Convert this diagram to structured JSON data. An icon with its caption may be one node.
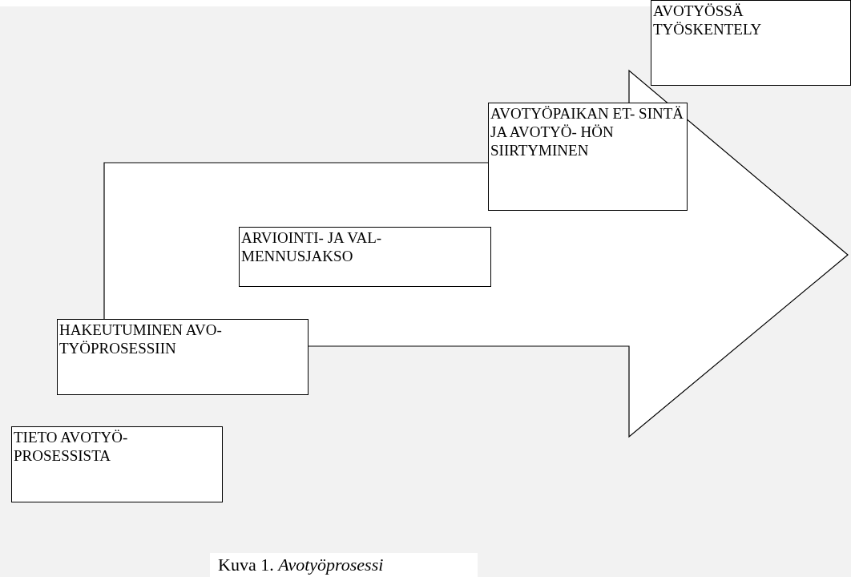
{
  "diagram": {
    "caption": "Kuva 1. *Avotyöprosessi*",
    "nodes": [
      {
        "text": [
          "TIETO AVOTYÖ- PROSESSISTA"
        ]
      },
      {
        "text": [
          "HAKEUTUMINEN AVO- TYÖPROSESSIIN"
        ]
      },
      {
        "text": [
          "ARVIOINTI- JA VAL- MENNUSJAKSO"
        ]
      },
      {
        "text": [
          "AVOTYÖPAIKAN ET- SINTÄ JA AVOTYÖ- HÖN SIIRTYMINEN"
        ]
      },
      {
        "text": [
          "AVOTYÖSSÄ TYÖSKENTELY"
        ]
      }
    ],
    "edges": []
  }
}
